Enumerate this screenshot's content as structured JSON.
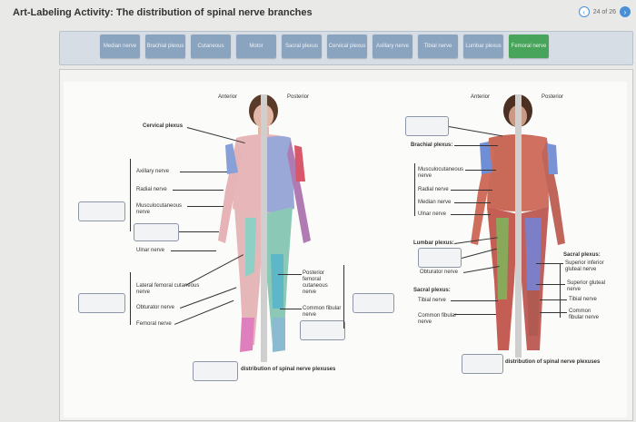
{
  "header": {
    "title": "Art-Labeling Activity: The distribution of spinal nerve branches",
    "page": "24 of 26"
  },
  "tiles": [
    {
      "label": "Median nerve",
      "color": "blue"
    },
    {
      "label": "Brachial plexus",
      "color": "blue"
    },
    {
      "label": "Cutaneous",
      "color": "blue"
    },
    {
      "label": "Motor",
      "color": "blue"
    },
    {
      "label": "Sacral plexus",
      "color": "blue"
    },
    {
      "label": "Cervical plexus",
      "color": "blue"
    },
    {
      "label": "Axillary nerve",
      "color": "blue"
    },
    {
      "label": "Tibial nerve",
      "color": "blue"
    },
    {
      "label": "Lumbar plexus",
      "color": "blue"
    },
    {
      "label": "Femoral nerve",
      "color": "green"
    }
  ],
  "left_figure": {
    "anterior": "Anterior",
    "posterior": "Posterior",
    "labels": {
      "cervical": "Cervical plexus",
      "axillary": "Axillary nerve",
      "radial": "Radial nerve",
      "musculo": "Musculocutaneous nerve",
      "ulnar": "Ulnar nerve",
      "lateral_femoral": "Lateral femoral cutaneous nerve",
      "obturator": "Obturator nerve",
      "femoral": "Femoral nerve",
      "posterior_femoral": "Posterior femoral cutaneous nerve",
      "common_fibular": "Common fibular nerve"
    },
    "caption": "distribution of spinal nerve plexuses"
  },
  "right_figure": {
    "anterior": "Anterior",
    "posterior": "Posterior",
    "labels": {
      "brachial": "Brachial plexus:",
      "musculo": "Musculocutaneous nerve",
      "radial": "Radial nerve",
      "median": "Median nerve",
      "ulnar": "Ulnar nerve",
      "lumbar": "Lumbar plexus:",
      "obturator": "Obturator nerve",
      "sacral": "Sacral plexus:",
      "tibial": "Tibial nerve",
      "common_fibular": "Common fibular nerve",
      "sacral_r": "Sacral plexus:",
      "superior_inferior": "Superior inferior gluteal nerve",
      "superior_gluteal": "Superior gluteal nerve",
      "tibial_r": "Tibial nerve",
      "common_fibular_r": "Common fibular nerve"
    },
    "caption": "distribution of spinal nerve plexuses"
  }
}
